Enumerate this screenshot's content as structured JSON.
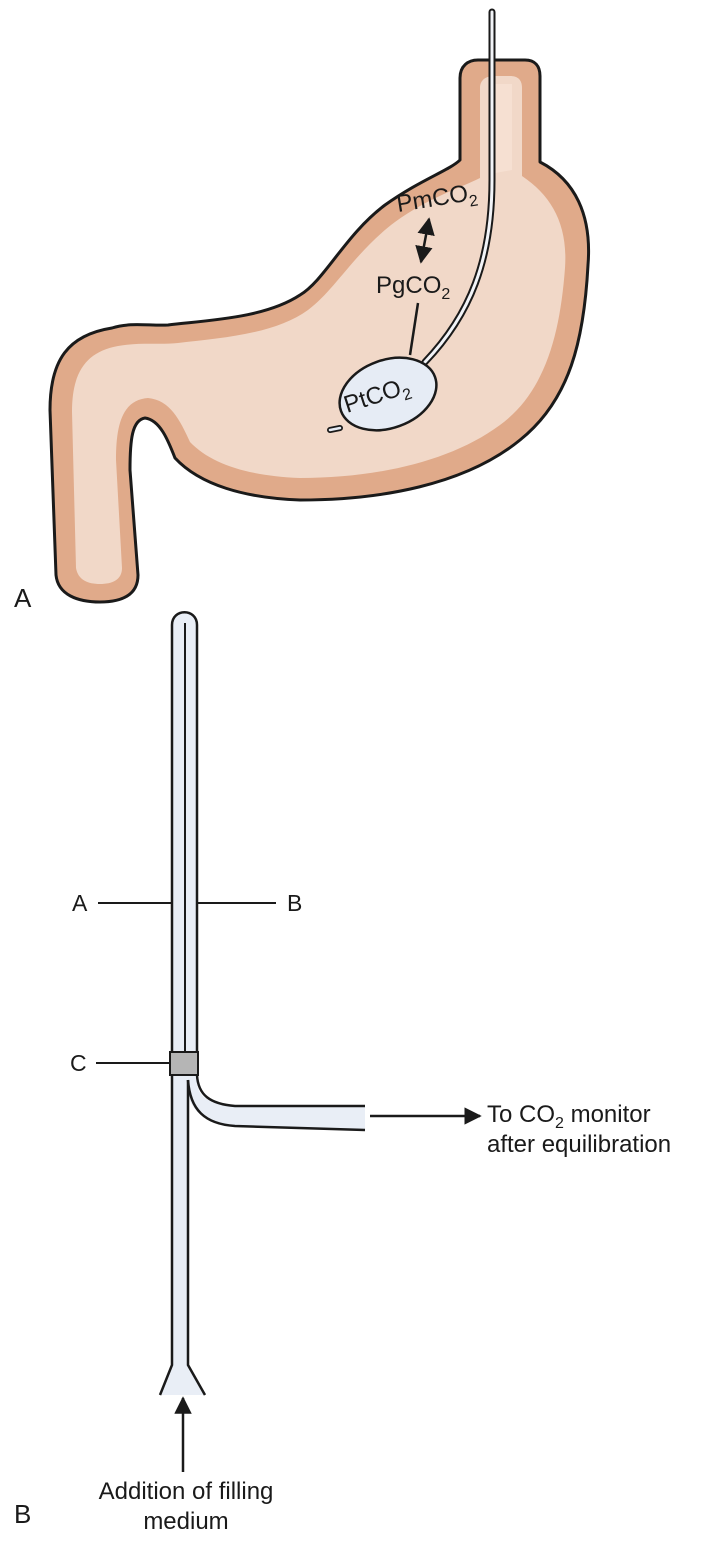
{
  "panel_a": {
    "label": "A",
    "mucosal_label": {
      "base": "PmCO",
      "sub": "2"
    },
    "gastric_label": {
      "base": "PgCO",
      "sub": "2"
    },
    "tonometer_label": {
      "base": "PtCO",
      "sub": "2"
    }
  },
  "panel_b": {
    "label": "B",
    "callout_a": "A",
    "callout_b": "B",
    "callout_c": "C",
    "monitor_line1_pre": "To CO",
    "monitor_line1_sub": "2",
    "monitor_line1_post": " monitor",
    "monitor_line2": "after equilibration",
    "filling_line1": "Addition of filling",
    "filling_line2": "medium"
  },
  "colors": {
    "stomach_outer": "#e0aa8a",
    "stomach_inner": "#f1d8c8",
    "stomach_highlight": "#f7e2d4",
    "tube_fill": "#e9eef6",
    "balloon_fill": "#e6ecf5",
    "connector": "#b5b5b5",
    "ink": "#1a1a1a"
  }
}
